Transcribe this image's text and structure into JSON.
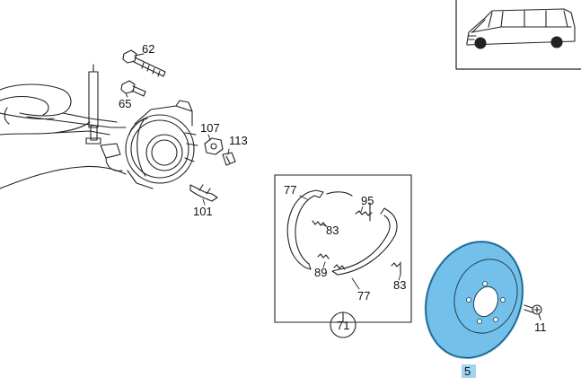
{
  "diagram": {
    "labels": {
      "p62": "62",
      "p65": "65",
      "p107": "107",
      "p113": "113",
      "p101": "101",
      "p77a": "77",
      "p95": "95",
      "p83a": "83",
      "p89": "89",
      "p77b": "77",
      "p83b": "83",
      "p71": "71",
      "p11": "11",
      "p5": "5"
    },
    "highlight_color": "#5ab6e6",
    "highlighted_part": "5"
  }
}
